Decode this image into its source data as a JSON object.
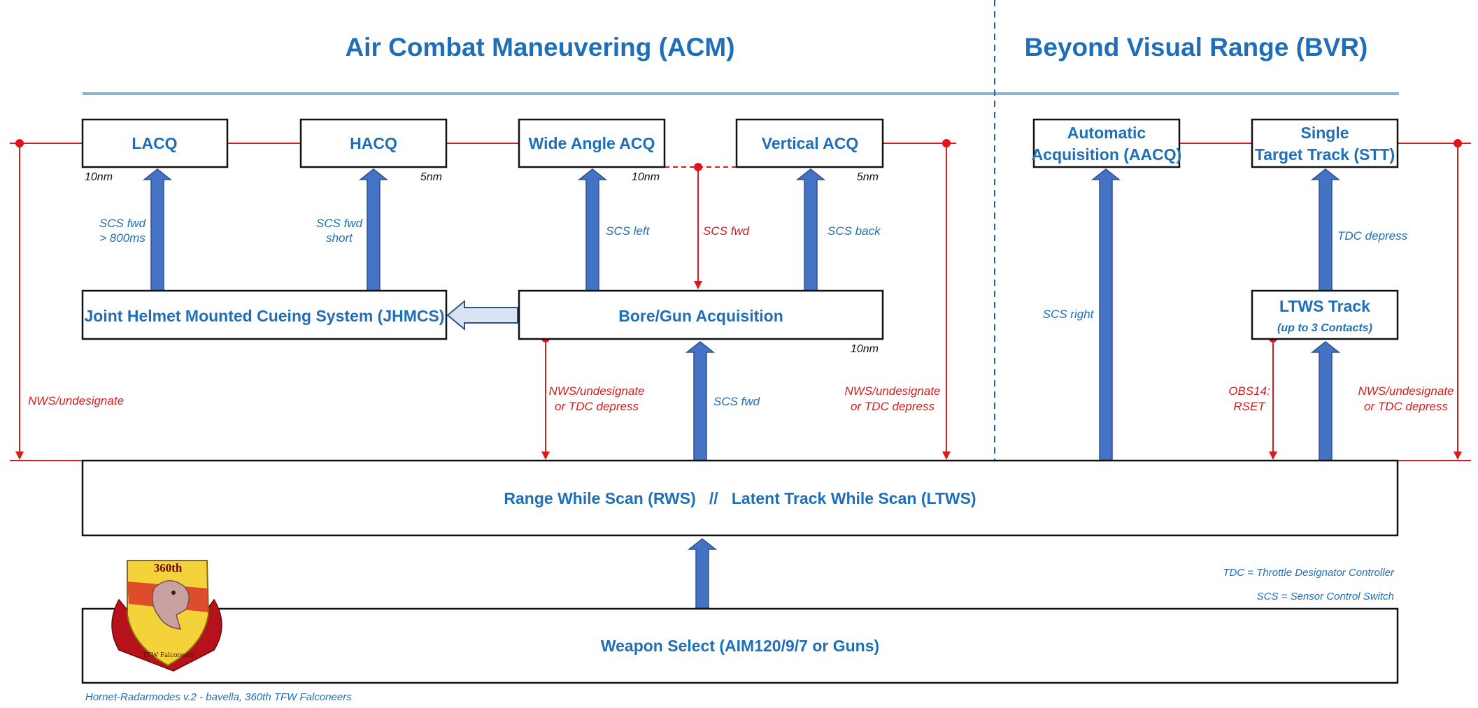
{
  "titles": {
    "acm": "Air Combat Maneuvering (ACM)",
    "bvr": "Beyond Visual Range (BVR)"
  },
  "boxes": {
    "lacq": "LACQ",
    "hacq": "HACQ",
    "wide_angle_acq": "Wide Angle ACQ",
    "vertical_acq": "Vertical ACQ",
    "aacq_line1": "Automatic",
    "aacq_line2": "Acquisition (AACQ)",
    "stt_line1": "Single",
    "stt_line2": "Target Track (STT)",
    "jhmcs": "Joint Helmet Mounted Cueing System (JHMCS)",
    "bore_gun": "Bore/Gun Acquisition",
    "ltws_track": "LTWS Track",
    "ltws_track_sub": "(up to 3 Contacts)",
    "rws_ltws": "Range While Scan (RWS)   //   Latent Track While Scan (LTWS)",
    "weapon_select": "Weapon Select (AIM120/9/7 or Guns)"
  },
  "ranges": {
    "lacq": "10nm",
    "hacq": "5nm",
    "wide": "10nm",
    "vertical": "5nm",
    "bore": "10nm"
  },
  "labels": {
    "scs_fwd_long_1": "SCS fwd",
    "scs_fwd_long_2": "> 800ms",
    "scs_fwd_short_1": "SCS fwd",
    "scs_fwd_short_2": "short",
    "scs_left": "SCS left",
    "scs_fwd_red": "SCS fwd",
    "scs_back": "SCS back",
    "scs_fwd_bore": "SCS fwd",
    "scs_right": "SCS right",
    "tdc_depress": "TDC depress",
    "nws_undesignate": "NWS/undesignate",
    "nws_tdc_bore_1": "NWS/undesignate",
    "nws_tdc_bore_2": "or TDC depress",
    "nws_tdc_vert_1": "NWS/undesignate",
    "nws_tdc_vert_2": "or TDC depress",
    "obs14_1": "OBS14:",
    "obs14_2": "RSET",
    "nws_tdc_stt_1": "NWS/undesignate",
    "nws_tdc_stt_2": "or TDC depress"
  },
  "notes": {
    "tdc": "TDC = Throttle Designator Controller",
    "scs": "SCS = Sensor Control Switch"
  },
  "logo": {
    "top_text": "360th",
    "bottom_text": "TFW Falconeers"
  },
  "footer": "Hornet-Radarmodes v.2 - bavella, 360th TFW Falconeers"
}
